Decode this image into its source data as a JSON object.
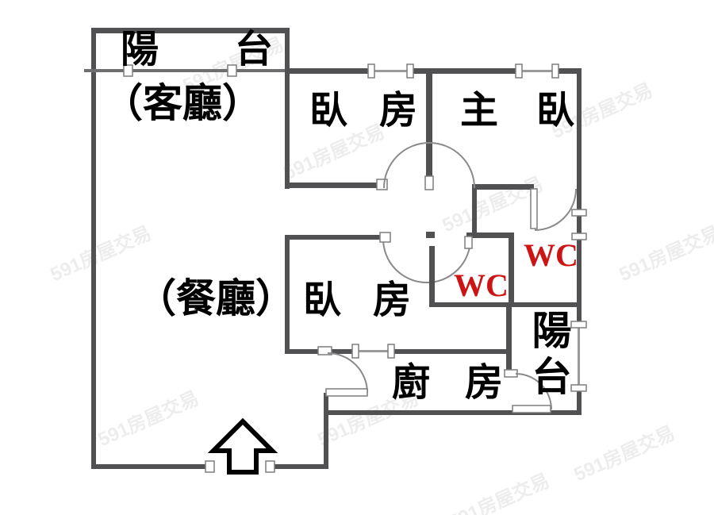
{
  "colors": {
    "wall": "#515154",
    "thin": "#9a9a9c",
    "bline": "#6f6f72",
    "arc": "#8a8a8a",
    "wc": "#cc1414",
    "watermark": "rgba(110,110,110,0.12)"
  },
  "rooms": {
    "balcony_top": {
      "label": "陽 台"
    },
    "living": {
      "label": "（客廳）"
    },
    "bedroom_top": {
      "label": "臥 房"
    },
    "master": {
      "label": "主 臥"
    },
    "dining": {
      "label": "（餐廳）"
    },
    "bedroom_mid": {
      "label": "臥 房"
    },
    "kitchen": {
      "label": "廚 房"
    },
    "wc_left": {
      "label": "WC"
    },
    "wc_right": {
      "label": "WC"
    },
    "balcony_right": {
      "label": "陽台"
    }
  },
  "entrance": {
    "symbol": "up-arrow"
  },
  "watermark": {
    "text": "591房屋交易"
  }
}
